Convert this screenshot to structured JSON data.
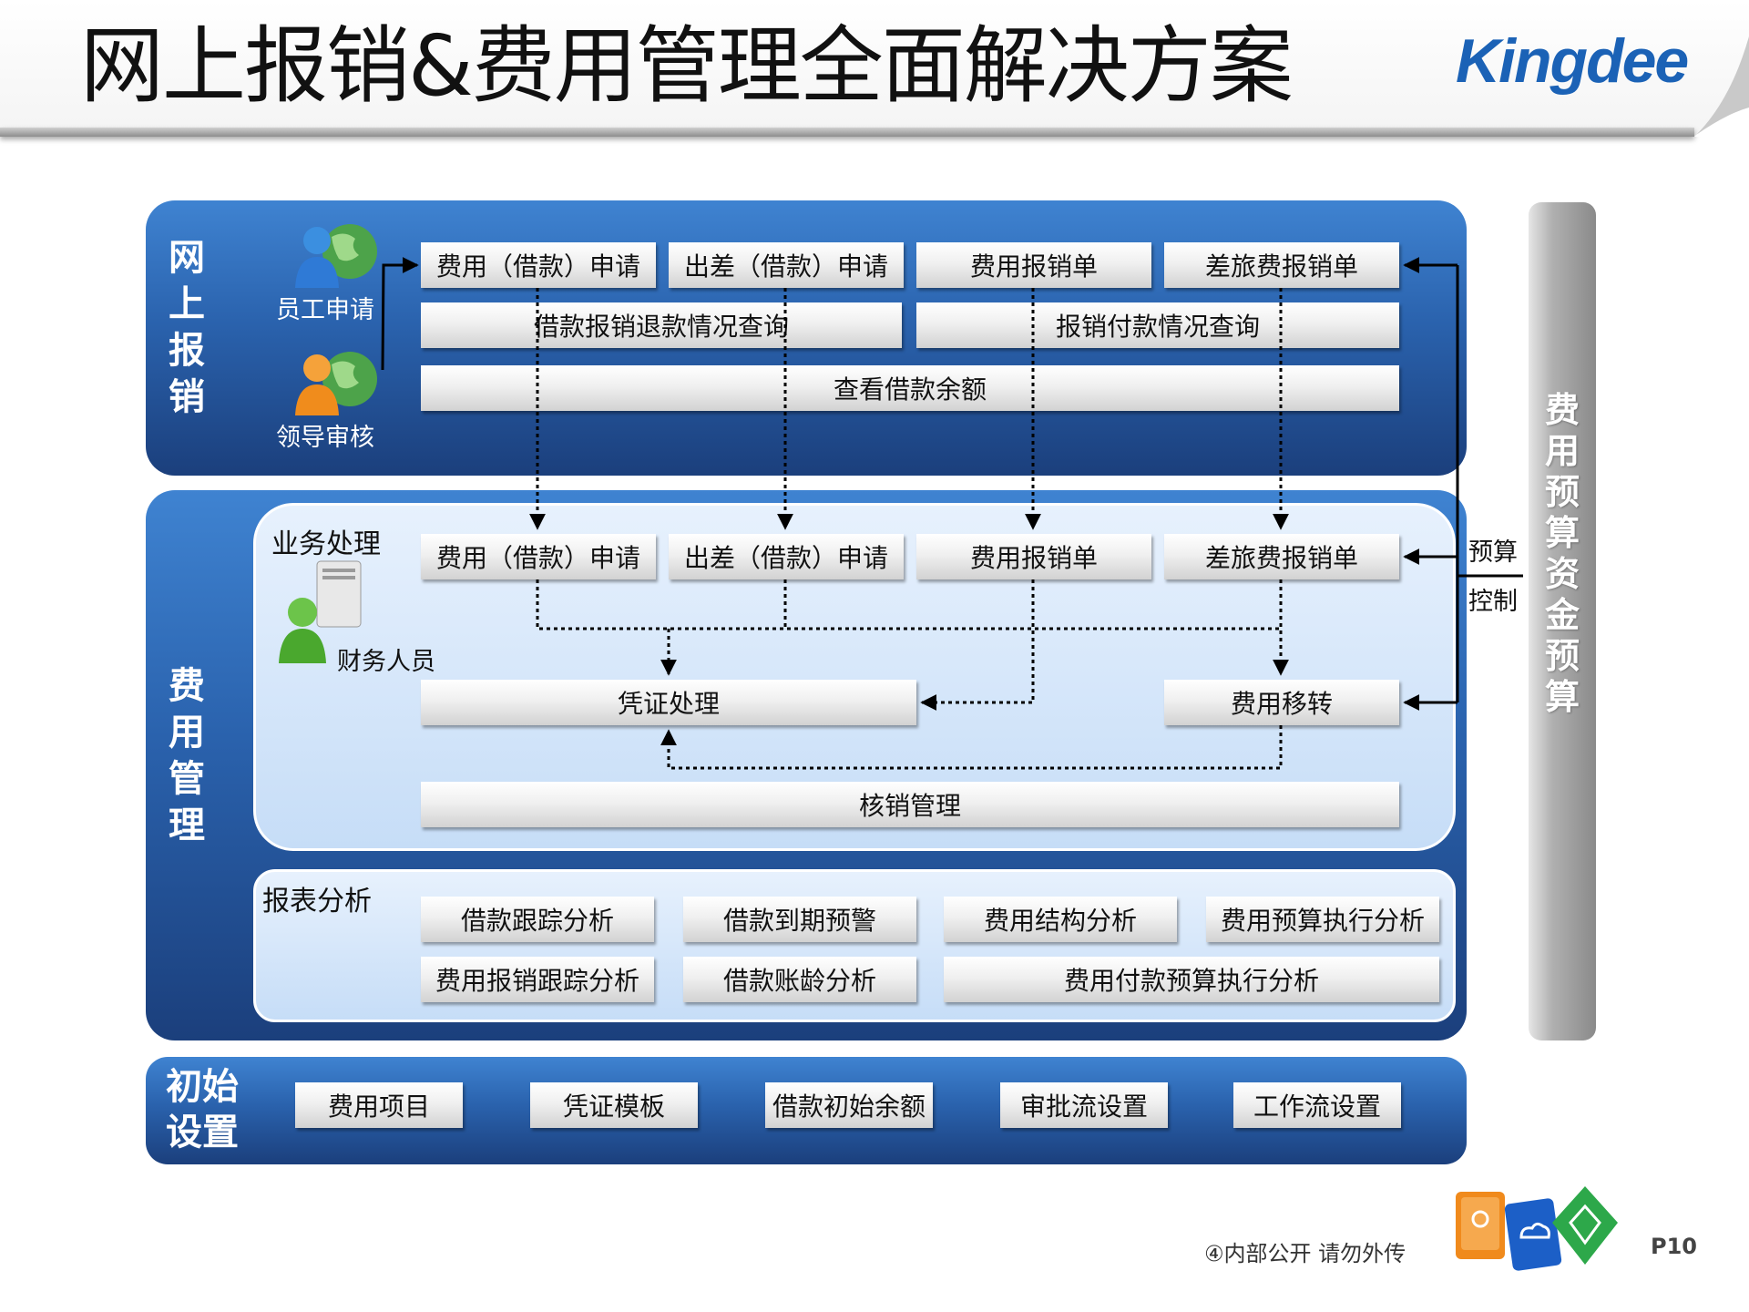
{
  "header": {
    "title": "网上报销&费用管理全面解决方案",
    "logo": "Kingdee"
  },
  "online": {
    "label": "网上报销",
    "employee_label": "员工申请",
    "leader_label": "领导审核",
    "row1": [
      "费用（借款）申请",
      "出差（借款）申请",
      "费用报销单",
      "差旅费报销单"
    ],
    "query1": "借款报销退款情况查询",
    "query2": "报销付款情况查询",
    "balance": "查看借款余额"
  },
  "expense": {
    "label": "费用管理",
    "business_title": "业务处理",
    "staff_label": "财务人员",
    "row1": [
      "费用（借款）申请",
      "出差（借款）申请",
      "费用报销单",
      "差旅费报销单"
    ],
    "voucher": "凭证处理",
    "transfer": "费用移转",
    "writeoff": "核销管理",
    "report_title": "报表分析",
    "reports_row1": [
      "借款跟踪分析",
      "借款到期预警",
      "费用结构分析",
      "费用预算执行分析"
    ],
    "reports_row2": [
      "费用报销跟踪分析",
      "借款账龄分析",
      "费用付款预算执行分析"
    ]
  },
  "init": {
    "label": "初始设置",
    "items": [
      "费用项目",
      "凭证模板",
      "借款初始余额",
      "审批流设置",
      "工作流设置"
    ]
  },
  "budget_bar": {
    "label": "费用预算  资金预算"
  },
  "budget_control": {
    "line1": "预算",
    "line2": "控制"
  },
  "footer": {
    "note": "④内部公开 请勿外传",
    "page": "P10"
  },
  "colors": {
    "panel_top": "#3f83d1",
    "panel_bottom": "#1b3f7c",
    "inner_fill": "#d6e7fb",
    "logo_blue": "#1b62b6"
  }
}
